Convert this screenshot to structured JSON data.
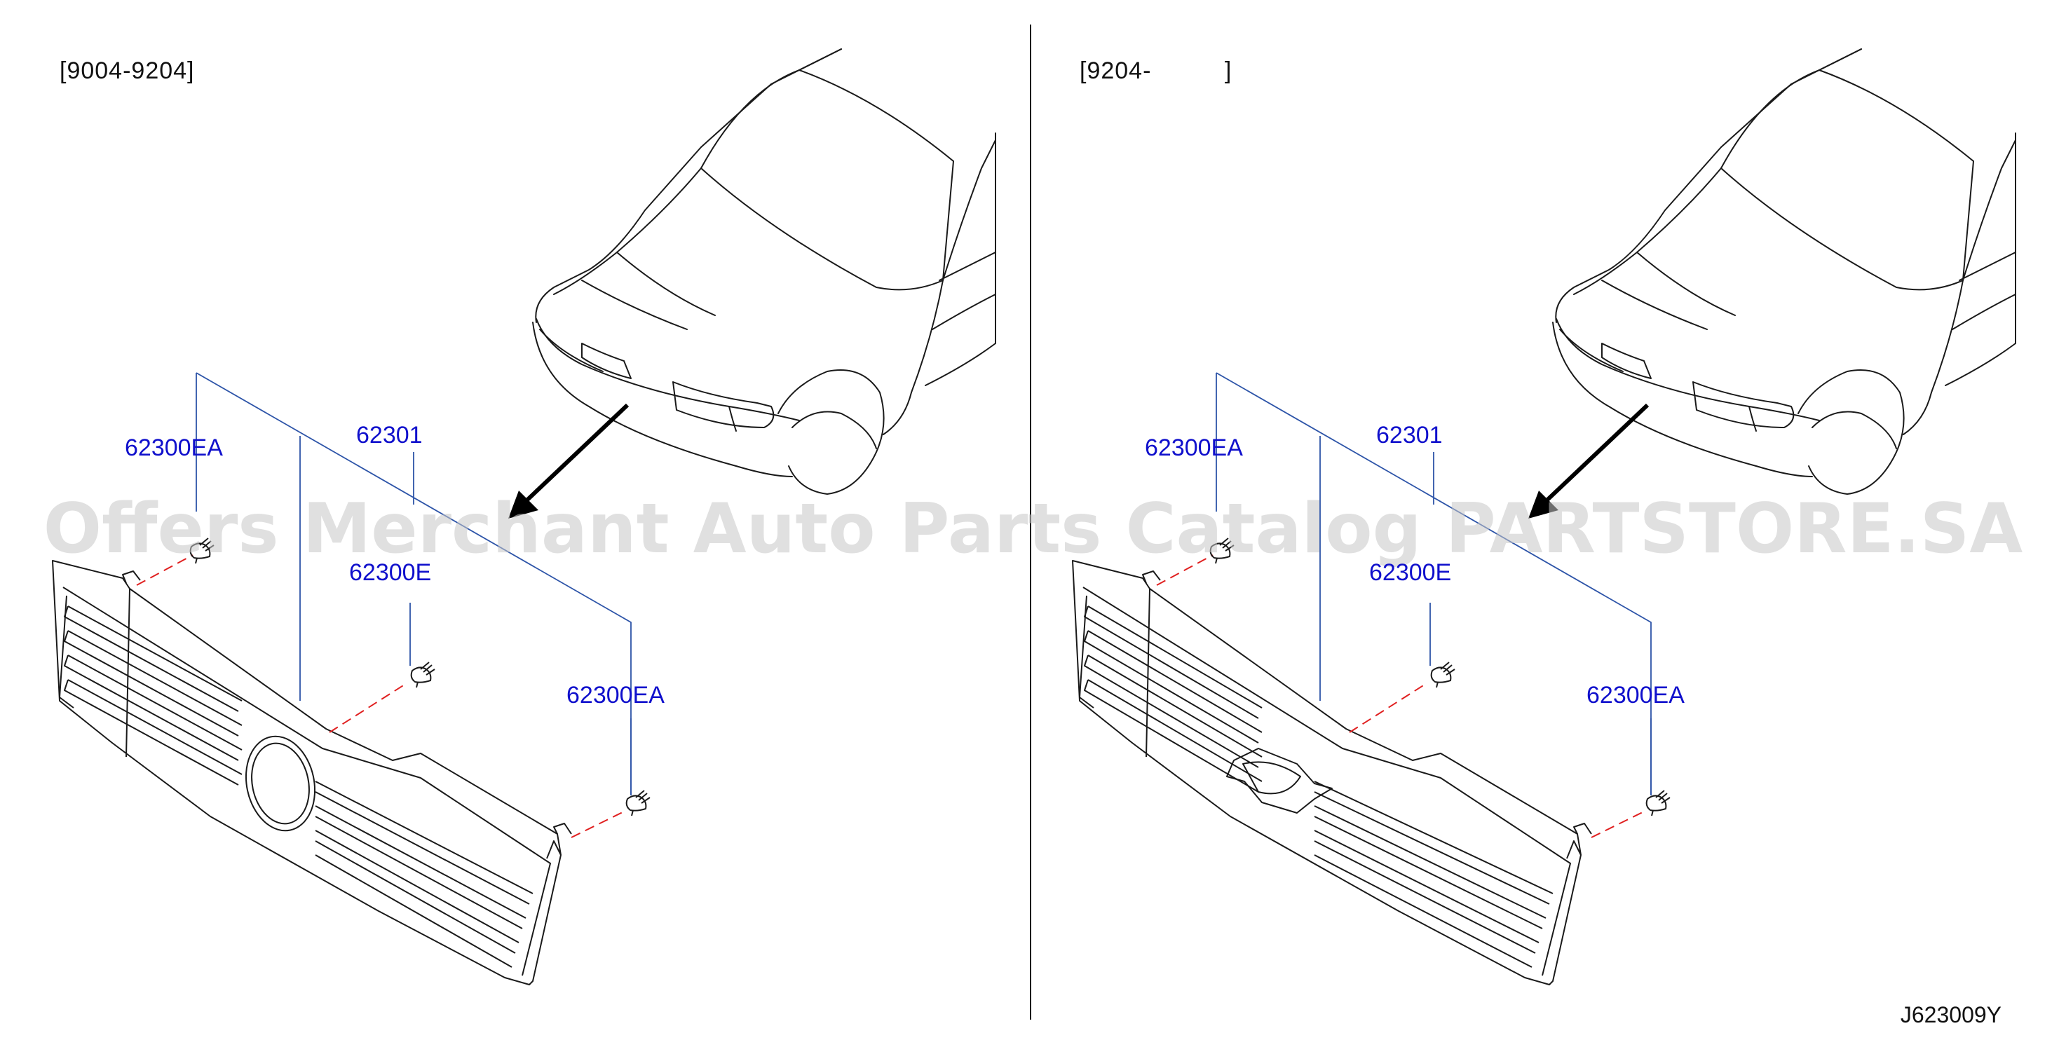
{
  "colors": {
    "line": "#1a1a1a",
    "leader": "#2d54a8",
    "label": "#1010cc",
    "dash": "#e02020",
    "watermark": "#c8c8c8"
  },
  "panels": [
    {
      "range_label": "[9004-9204]",
      "parts": {
        "clip_top_left": "62300EA",
        "grille_upper": "62301",
        "clip_center": "62300E",
        "clip_right": "62300EA"
      }
    },
    {
      "range_label": "[9204-          ]",
      "parts": {
        "clip_top_left": "62300EA",
        "grille_upper": "62301",
        "clip_center": "62300E",
        "clip_right": "62300EA"
      }
    }
  ],
  "watermark": "Offers Merchant Auto Parts Catalog PARTSTORE.SA",
  "diagram_ref": "J623009Y"
}
